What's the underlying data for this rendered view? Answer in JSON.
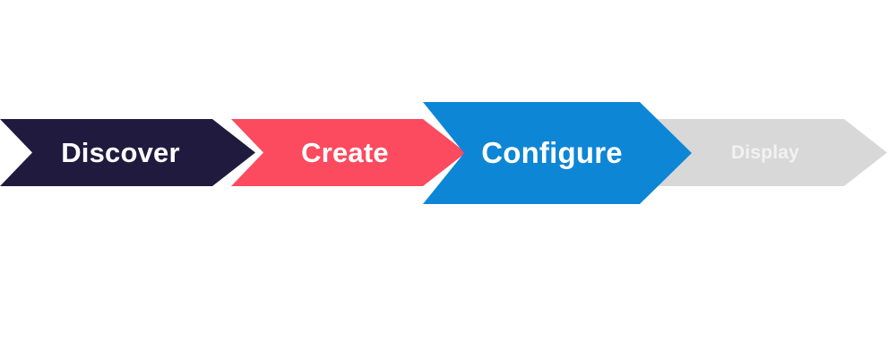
{
  "diagram": {
    "type": "process-chevron-flow",
    "orientation": "horizontal",
    "background_color": "#ffffff",
    "steps": [
      {
        "id": "discover",
        "label": "Discover",
        "fill_color": "#201a3e",
        "text_color": "#ffffff",
        "state": "completed",
        "order": 1
      },
      {
        "id": "create",
        "label": "Create",
        "fill_color": "#fc4a5e",
        "text_color": "#ffffff",
        "state": "completed",
        "order": 2
      },
      {
        "id": "configure",
        "label": "Configure",
        "fill_color": "#0d86d6",
        "text_color": "#ffffff",
        "state": "active",
        "order": 3
      },
      {
        "id": "display",
        "label": "Display",
        "fill_color": "#d8d8d8",
        "text_color": "#f2f2f2",
        "state": "upcoming",
        "order": 4
      }
    ]
  }
}
